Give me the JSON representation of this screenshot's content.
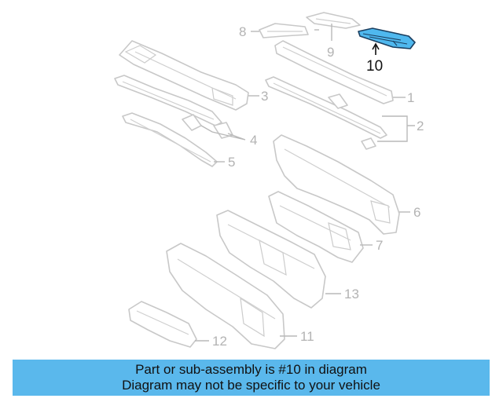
{
  "diagram": {
    "callouts": [
      {
        "label": "1"
      },
      {
        "label": "2"
      },
      {
        "label": "3"
      },
      {
        "label": "4"
      },
      {
        "label": "5"
      },
      {
        "label": "6"
      },
      {
        "label": "7"
      },
      {
        "label": "8"
      },
      {
        "label": "9"
      },
      {
        "label": "10"
      },
      {
        "label": "11"
      },
      {
        "label": "12"
      },
      {
        "label": "13"
      }
    ],
    "highlighted_part": "10",
    "colors": {
      "highlight": "#4fb8ee",
      "highlight_outline": "#1b3f60",
      "part_outline": "#c8c8c8",
      "banner": "#5ab8ec"
    }
  },
  "banner": {
    "line1": "Part or sub-assembly is #10 in diagram",
    "line2": "Diagram may not be specific to your vehicle"
  }
}
